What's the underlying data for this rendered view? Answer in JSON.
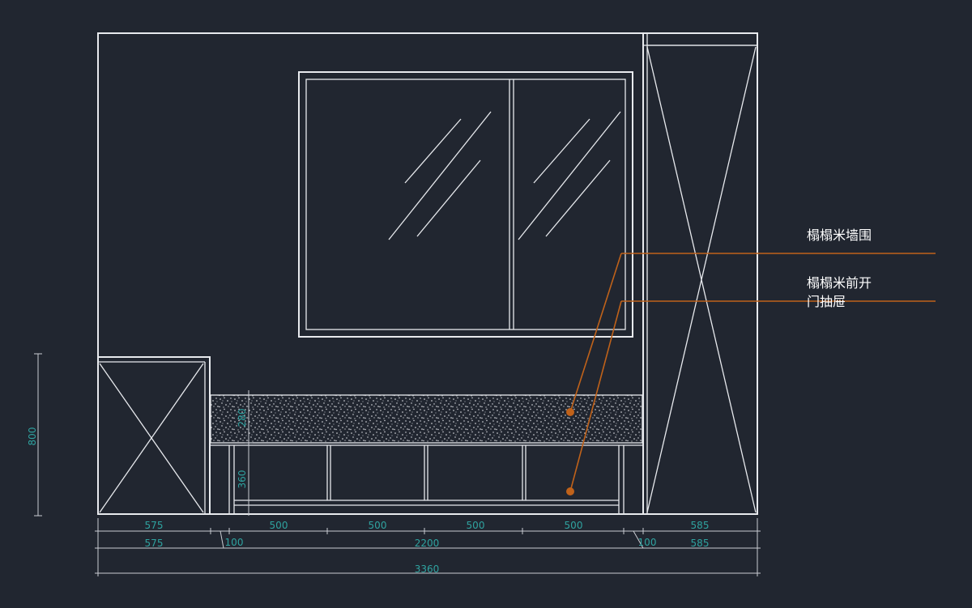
{
  "labels": {
    "wall_panel": "榻榻米墙围",
    "front_drawer_line1": "榻榻米前开",
    "front_drawer_line2": "门抽屉"
  },
  "dimensions": {
    "row1": [
      "575",
      "500",
      "500",
      "500",
      "500",
      "585"
    ],
    "row2": [
      "575",
      "100",
      "2200",
      "100",
      "585"
    ],
    "total": "3360",
    "height_800": "800",
    "height_360": "360",
    "height_280": "280"
  },
  "colors": {
    "background": "#212630",
    "lines": "#e8eaee",
    "dimension_text": "#2fa3a0",
    "leader": "#c0621a"
  }
}
